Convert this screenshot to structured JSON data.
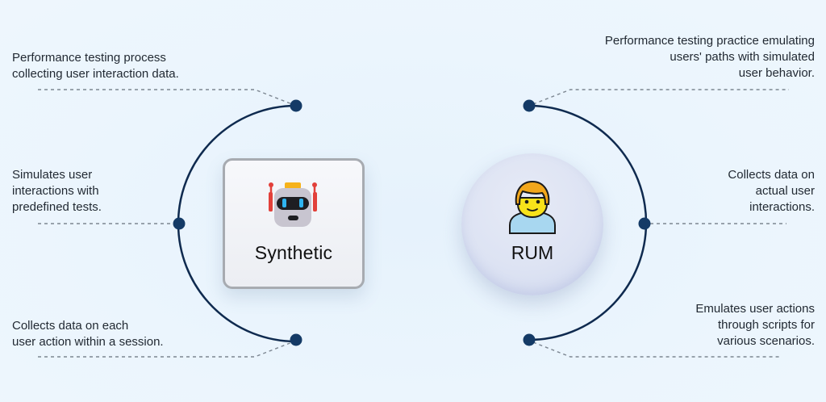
{
  "diagram": {
    "colors": {
      "background": "#eaf4fc",
      "arc": "#0f2a4f",
      "dot": "#143a66",
      "dashed_line": "#7d8792",
      "text": "#222a33"
    },
    "synthetic": {
      "label": "Synthetic",
      "icon": "robot-icon",
      "descriptions": [
        "Performance testing process collecting user interaction data.",
        "Simulates user interactions with predefined tests.",
        "Collects data on each user action within a session."
      ],
      "desc_lines": [
        [
          "Performance testing process",
          "collecting user interaction data."
        ],
        [
          "Simulates user",
          "interactions with",
          "predefined tests."
        ],
        [
          "Collects data on each",
          "user action within a session."
        ]
      ]
    },
    "rum": {
      "label": "RUM",
      "icon": "person-icon",
      "descriptions": [
        "Performance testing practice emulating users' paths with simulated user behavior.",
        "Collects data on actual user interactions.",
        "Emulates user actions through scripts for various scenarios."
      ],
      "desc_lines": [
        [
          "Performance testing practice emulating",
          "users' paths with simulated",
          "user behavior."
        ],
        [
          "Collects data on",
          "actual user",
          "interactions."
        ],
        [
          "Emulates user actions",
          "through scripts for",
          "various scenarios."
        ]
      ]
    }
  }
}
